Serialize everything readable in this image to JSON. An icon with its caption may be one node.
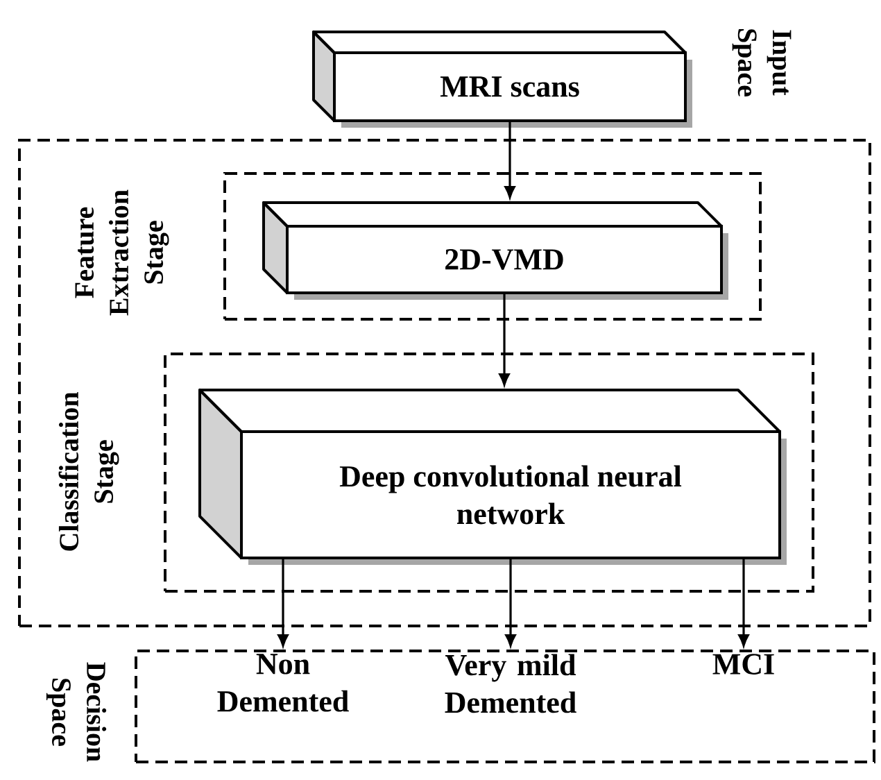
{
  "diagram": {
    "nodes": [
      {
        "text": [
          "MRI scans"
        ]
      },
      {
        "text": [],
        "shape": "box"
      },
      {
        "text": [
          "Feature Extraction Stage"
        ],
        "in": 1
      },
      {
        "text": [
          "2D-VMD"
        ],
        "in": 2
      },
      {
        "text": [
          "Classification Stage"
        ],
        "in": 1
      },
      {
        "text": [
          "Deep convolutional neural network"
        ],
        "in": 4
      },
      {
        "text": [
          "Decision Space"
        ]
      },
      {
        "text": [
          "Non Demented"
        ],
        "in": 6
      },
      {
        "text": [
          "Very mild Demented"
        ],
        "in": 6
      },
      {
        "text": [
          "MCI"
        ],
        "in": 6
      }
    ],
    "edges": [
      {
        "from": 0,
        "to": 3,
        "arrow": "to"
      },
      {
        "from": 3,
        "to": 5,
        "arrow": "to"
      },
      {
        "from": 5,
        "to": 7,
        "arrow": "to"
      },
      {
        "from": 5,
        "to": 8,
        "arrow": "to"
      },
      {
        "from": 5,
        "to": 9,
        "arrow": "to"
      }
    ],
    "labels": [
      "Input Space"
    ]
  }
}
